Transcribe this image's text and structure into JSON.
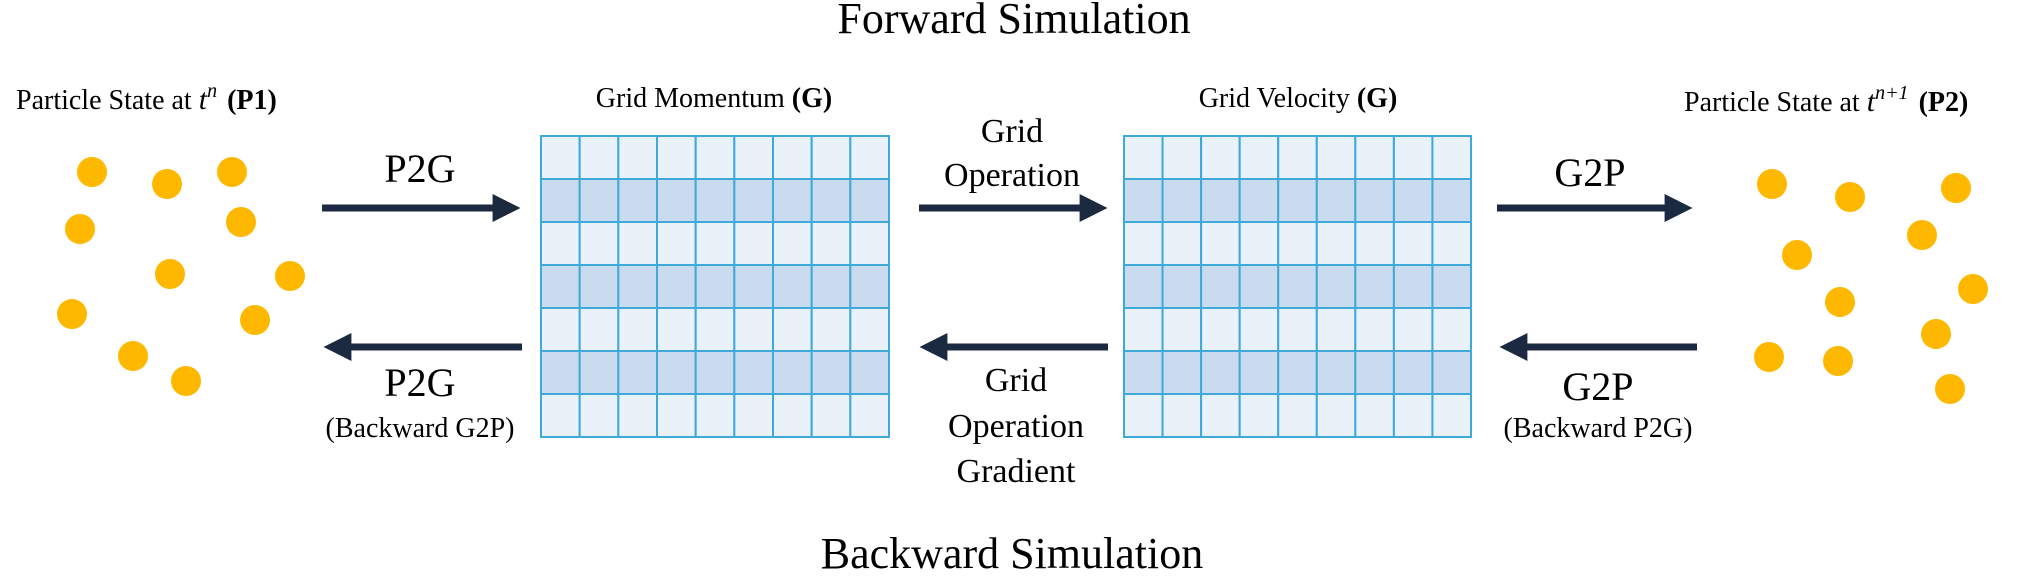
{
  "forward_title": "Forward Simulation",
  "backward_title": "Backward Simulation",
  "p1_label": {
    "prefix": "Particle State at ",
    "var": "t",
    "sup": "n",
    "tag": "(P1)"
  },
  "p2_label": {
    "prefix": "Particle State at ",
    "var": "t",
    "sup": "n+1",
    "tag": "(P2)"
  },
  "grid_momentum_label": {
    "text": "Grid Momentum ",
    "tag": "(G)"
  },
  "grid_velocity_label": {
    "text": "Grid Velocity ",
    "tag": "(G)"
  },
  "forward_arrows": {
    "p2g": "P2G",
    "grid_operation": [
      "Grid",
      "Operation"
    ],
    "g2p": "G2P"
  },
  "backward_arrows": {
    "p2g": "P2G",
    "p2g_sub": "(Backward G2P)",
    "grid_gradient": [
      "Grid",
      "Operation",
      "Gradient"
    ],
    "g2p": "G2P",
    "g2p_sub": "(Backward P2G)"
  },
  "colors": {
    "particle": "#FFB800",
    "arrow": "#1B2A41",
    "grid_line": "#3FA9DA",
    "grid_fill_light": "#E9F1F9",
    "grid_fill_dark": "#C9DCEF"
  },
  "grids": {
    "rows": 7,
    "cols": 9,
    "dark_rows": [
      1,
      3,
      5
    ]
  }
}
